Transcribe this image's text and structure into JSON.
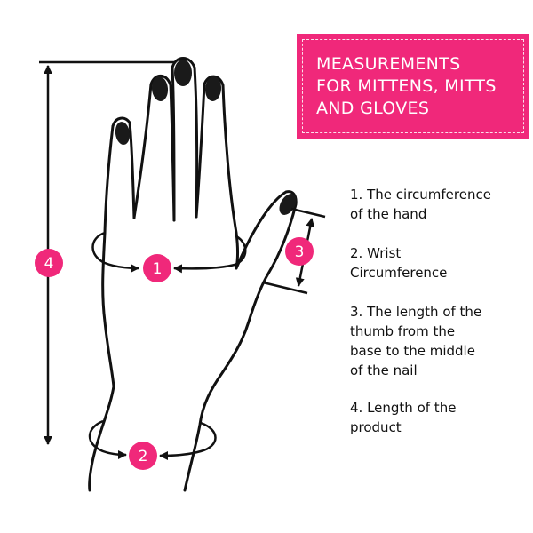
{
  "title": {
    "lines": [
      "MEASUREMENTS",
      "FOR MITTENS, MITTS",
      "AND GLOVES"
    ],
    "background": "#f0287a",
    "color": "#ffffff"
  },
  "markers": [
    {
      "label": "1",
      "color": "#f0287a"
    },
    {
      "label": "2",
      "color": "#f0287a"
    },
    {
      "label": "3",
      "color": "#f0287a"
    },
    {
      "label": "4",
      "color": "#f0287a"
    }
  ],
  "legend": [
    {
      "lines": [
        "1. The circumference",
        "of the hand"
      ]
    },
    {
      "lines": [
        "2. Wrist",
        "Circumference"
      ]
    },
    {
      "lines": [
        "3. The length of the",
        "thumb from the",
        "base to the middle",
        "of the nail"
      ]
    },
    {
      "lines": [
        "4. Length of the",
        "product"
      ]
    }
  ]
}
